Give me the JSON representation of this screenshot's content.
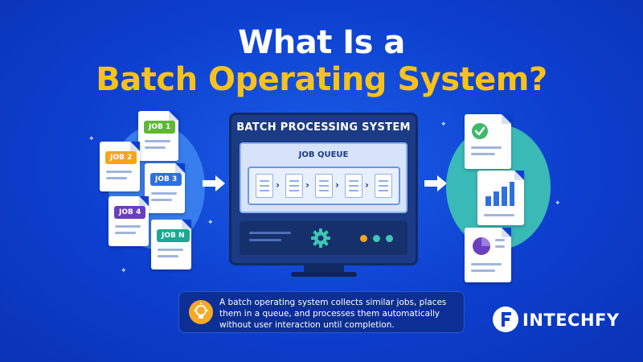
{
  "title": {
    "line1": "What Is a",
    "line2": "Batch Operating System?"
  },
  "colors": {
    "background": "#0d3fcf",
    "accent_yellow": "#f7c21b",
    "monitor": "#1c3b86",
    "teal": "#3fc6b4"
  },
  "jobs": [
    {
      "label": "JOB 1",
      "color": "#5fb832"
    },
    {
      "label": "JOB 2",
      "color": "#f5a51b"
    },
    {
      "label": "JOB 3",
      "color": "#2f6fe0"
    },
    {
      "label": "JOB 4",
      "color": "#6a3fbf"
    },
    {
      "label": "JOB N",
      "color": "#1aa894"
    }
  ],
  "monitor": {
    "title": "BATCH PROCESSING SYSTEM",
    "queue_label": "JOB QUEUE",
    "gear_icon": "gear-icon",
    "status_dots": [
      "#f5a51b",
      "#3fc6b4",
      "#3fc6b4"
    ]
  },
  "outputs": [
    {
      "icon": "checkmark-icon",
      "color": "#3fb86a"
    },
    {
      "icon": "bar-chart-icon",
      "color": "#2f6fe0"
    },
    {
      "icon": "pie-chart-icon",
      "color": "#6a3fbf"
    }
  ],
  "caption": {
    "icon": "lightbulb-icon",
    "text": "A batch operating system collects similar jobs, places them in a queue, and processes them automatically without user interaction until completion."
  },
  "brand": {
    "name": "INTECHFY",
    "logo_icon": "f-logo-icon"
  }
}
